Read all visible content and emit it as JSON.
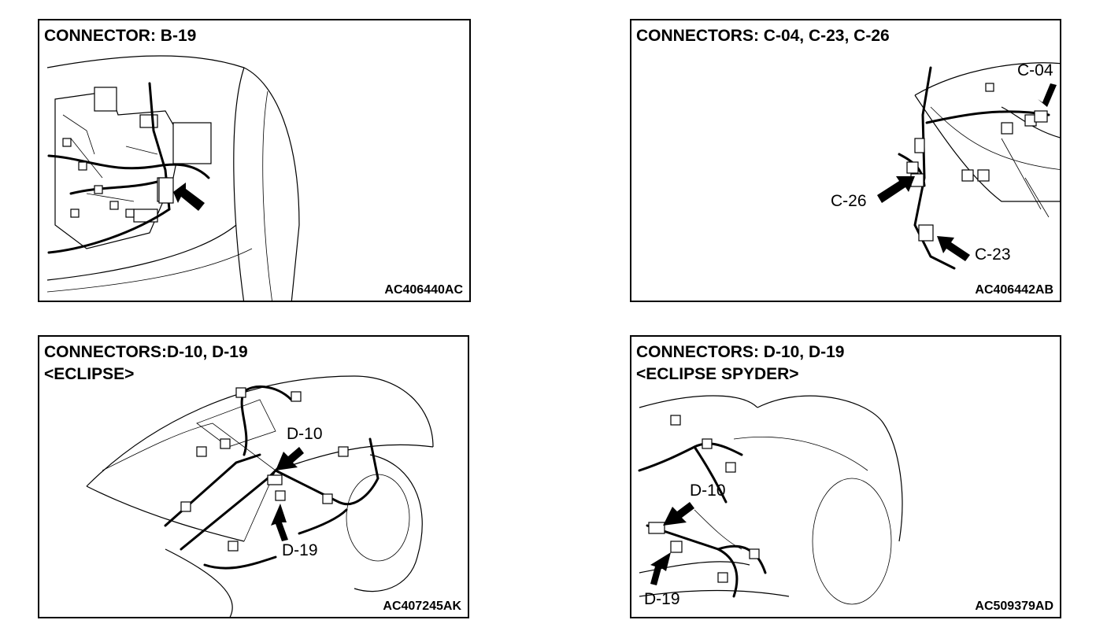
{
  "panels": [
    {
      "title_lines": [
        "CONNECTOR: B-19"
      ],
      "code": "AC406440AC",
      "labels": []
    },
    {
      "title_lines": [
        "CONNECTORS: C-04, C-23, C-26"
      ],
      "code": "AC406442AB",
      "labels": [
        "C-04",
        "C-26",
        "C-23"
      ]
    },
    {
      "title_lines": [
        "CONNECTORS:D-10, D-19",
        "<ECLIPSE>"
      ],
      "code": "AC407245AK",
      "labels": [
        "D-10",
        "D-19"
      ]
    },
    {
      "title_lines": [
        "CONNECTORS: D-10, D-19",
        "<ECLIPSE SPYDER>"
      ],
      "code": "AC509379AD",
      "labels": [
        "D-10",
        "D-19"
      ]
    }
  ]
}
